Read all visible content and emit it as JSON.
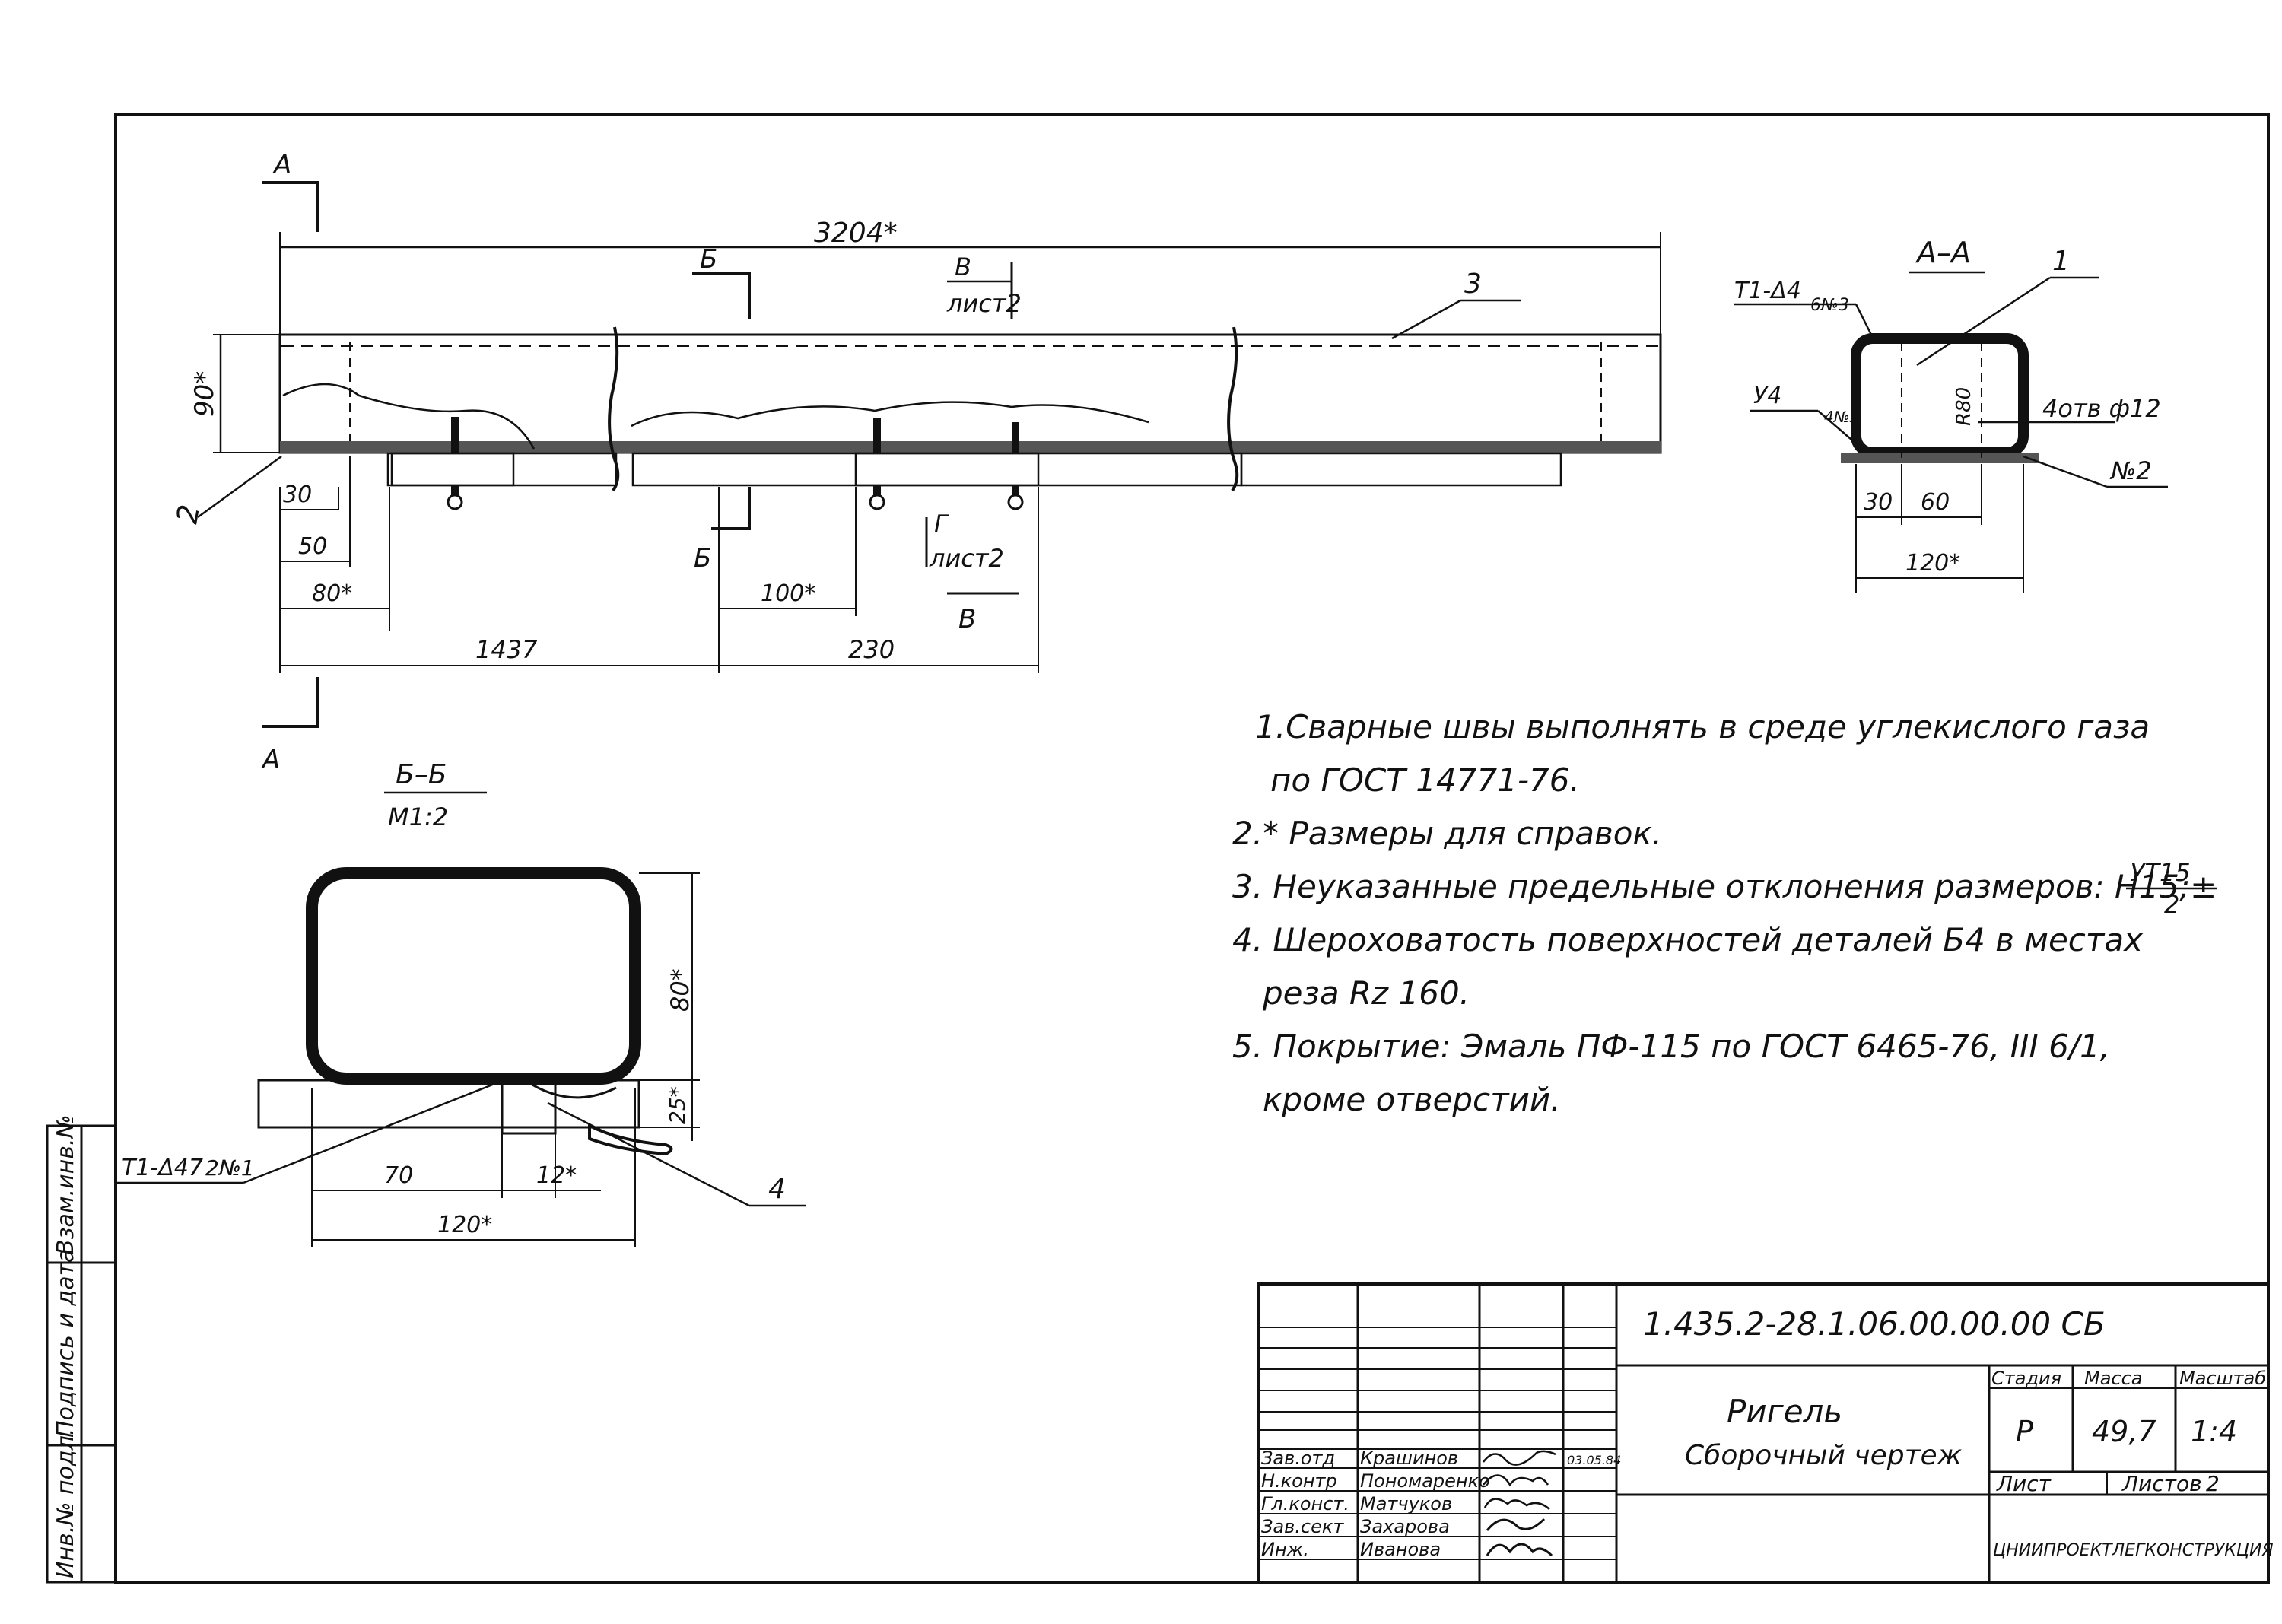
{
  "main_view": {
    "section_a_label_top": "А",
    "section_a_label_bottom": "А",
    "section_b_label_top": "Б",
    "section_b_label_bottom": "Б",
    "view_v_label": "В",
    "view_v_sheet": "лист2",
    "view_v_label_bottom": "В",
    "view_g_label": "Г",
    "view_g_sheet": "лист2",
    "dim_overall": "3204*",
    "dim_height": "90*",
    "dim_30": "30",
    "dim_50": "50",
    "dim_80": "80*",
    "dim_100": "100*",
    "dim_1437": "1437",
    "dim_230": "230",
    "callout_2": "2",
    "callout_3": "3"
  },
  "section_aa": {
    "title": "А–А",
    "callout_1": "1",
    "weld_label": "Т1-Δ4",
    "weld_ref": "6№3",
    "weld_u4": "У4",
    "weld_u4_ref": "4№3",
    "dim_inner": "R80",
    "holes_label": "4отв ф12",
    "callout_n2": "№2",
    "dim_30": "30",
    "dim_60": "60",
    "dim_120": "120*"
  },
  "section_bb": {
    "title": "Б–Б",
    "scale": "М1:2",
    "dim_80": "80*",
    "dim_25": "25*",
    "dim_70": "70",
    "dim_12": "12*",
    "dim_120": "120*",
    "weld_label": "Т1-Δ47",
    "weld_ref": "2№1",
    "callout_4": "4"
  },
  "notes": [
    "1.Сварные швы выполнять в среде углекислого газа",
    "по ГОСТ 14771-76.",
    "2.* Размеры для справок.",
    "3. Неуказанные предельные отклонения размеров: Н15;±",
    "4. Шероховатость поверхностей деталей Б4 в местах",
    "реза Rz 160.",
    "5. Покрытие: Эмаль ПФ-115 по ГОСТ 6465-76, III 6/1,",
    "кроме отверстий."
  ],
  "note3_fraction": {
    "numerator": "УТ15",
    "denominator": "2"
  },
  "title_block": {
    "document_code": "1.435.2-28.1.06.00.00.00 СБ",
    "name_line1": "Ригель",
    "name_line2": "Сборочный чертеж",
    "stage_header": "Стадия",
    "mass_header": "Масса",
    "scale_header": "Масштаб",
    "stage": "Р",
    "mass": "49,7",
    "scale": "1:4",
    "sheet_label": "Лист",
    "sheets_label": "Листов",
    "sheets_count": "2",
    "organization": "ЦНИИПРОЕКТЛЕГКОНСТРУКЦИЯ",
    "date": "03.05.84",
    "roles": [
      {
        "role": "Зав.отд",
        "name": "Крашинов"
      },
      {
        "role": "Н.контр",
        "name": "Пономаренко"
      },
      {
        "role": "Гл.конст.",
        "name": "Матчуков"
      },
      {
        "role": "Зав.сект",
        "name": "Захарова"
      },
      {
        "role": "Инж.",
        "name": "Иванова"
      }
    ]
  },
  "side_stamp": [
    "Инв.№ подл.",
    "Подпись и дата",
    "Взам.инв.№"
  ]
}
